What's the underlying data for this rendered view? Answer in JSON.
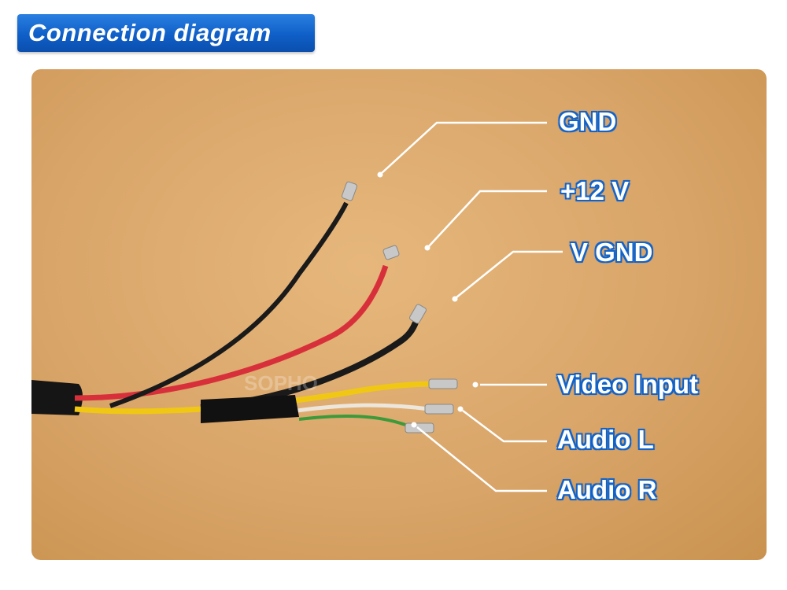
{
  "title": "Connection diagram",
  "watermark": "SOPHO",
  "pins": [
    {
      "label": "GND",
      "wire_color": "#1a1a1a"
    },
    {
      "label": "+12 V",
      "wire_color": "#d8303a"
    },
    {
      "label": "V GND",
      "wire_color": "#1a1a1a"
    },
    {
      "label": "Video Input",
      "wire_color": "#f0c814"
    },
    {
      "label": "Audio L",
      "wire_color": "#e8e4dc"
    },
    {
      "label": "Audio R",
      "wire_color": "#3c9a3a"
    }
  ],
  "colors": {
    "banner": "#0f5fc8",
    "label_outline": "#1464c8",
    "background": "#d9a569"
  }
}
